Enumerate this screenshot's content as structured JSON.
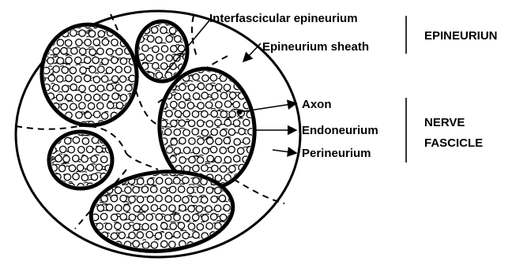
{
  "labels": {
    "interfascicular_epineurium": "Interfascicular epineurium",
    "epineurium_sheath": "Epineurium sheath",
    "axon": "Axon",
    "endoneurium": "Endoneurium",
    "perineurium": "Perineurium"
  },
  "groups": {
    "epineurium": "EPINEURIUN",
    "nerve_fascicle_line1": "NERVE",
    "nerve_fascicle_line2": "FASCICLE"
  },
  "colors": {
    "ink": "#000000",
    "background": "#ffffff"
  }
}
